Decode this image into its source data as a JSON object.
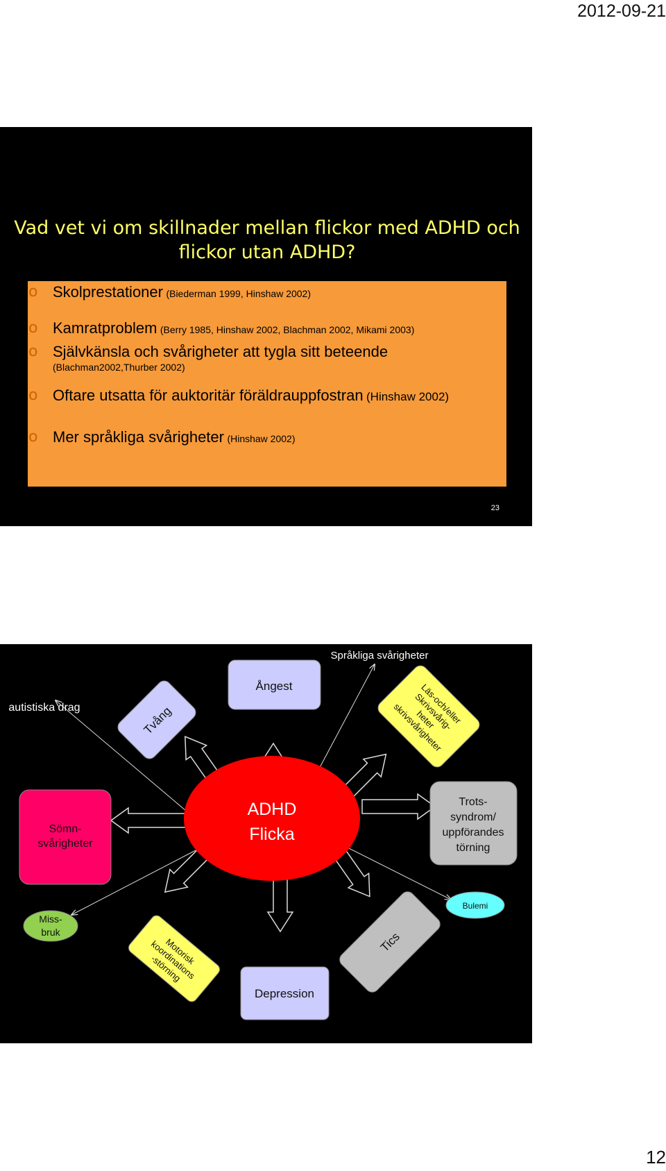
{
  "header": {
    "date": "2012-09-21"
  },
  "footer": {
    "page_number": "12"
  },
  "slide1": {
    "title_line1": "Vad vet vi om skillnader mellan flickor med ADHD och",
    "title_line2": "flickor utan ADHD?",
    "bullet_marker": "o",
    "bullets": [
      {
        "main": "Skolprestationer",
        "cite": "(Biederman 1999, Hinshaw 2002)"
      },
      {
        "main": "Kamratproblem",
        "cite": "(Berry 1985, Hinshaw 2002, Blachman 2002, Mikami 2003)"
      },
      {
        "main": "Självkänsla och svårigheter att tygla sitt beteende",
        "cite": "(Blachman2002,Thurber 2002)"
      },
      {
        "main": "Oftare utsatta för auktoritär föräldrauppfostran",
        "cite": "(Hinshaw  2002)"
      },
      {
        "main": "Mer språkliga svårigheter",
        "cite": "(Hinshaw 2002)"
      }
    ],
    "slide_number": "23"
  },
  "slide2": {
    "center": {
      "line1": "ADHD",
      "line2": "Flicka"
    },
    "angest": "Ångest",
    "sprakliga": "Språkliga svårigheter",
    "autistiska": "autistiska drag",
    "tvang": "Tvång",
    "las_lines": [
      "Läs-och/eller",
      "Skrivsvårig-",
      "heter",
      "skrivsvårigheter"
    ],
    "somn_lines": [
      "Sömn-",
      "svårigheter"
    ],
    "trots_lines": [
      "Trots-",
      "syndrom/",
      "uppförandes",
      "törning"
    ],
    "missbruk_lines": [
      "Miss-",
      "bruk"
    ],
    "motorisk_lines": [
      "Motorisk",
      "koordinations",
      "-störning"
    ],
    "depression": "Depression",
    "tics": "Tics",
    "bulemi": "Bulemi",
    "colors": {
      "background": "#000000",
      "center": "#ff0000",
      "lavender": "#ccccff",
      "yellow": "#ffff66",
      "magenta": "#ff0066",
      "green": "#92d050",
      "gray": "#bfbfbf",
      "cyan": "#66ffff"
    }
  }
}
